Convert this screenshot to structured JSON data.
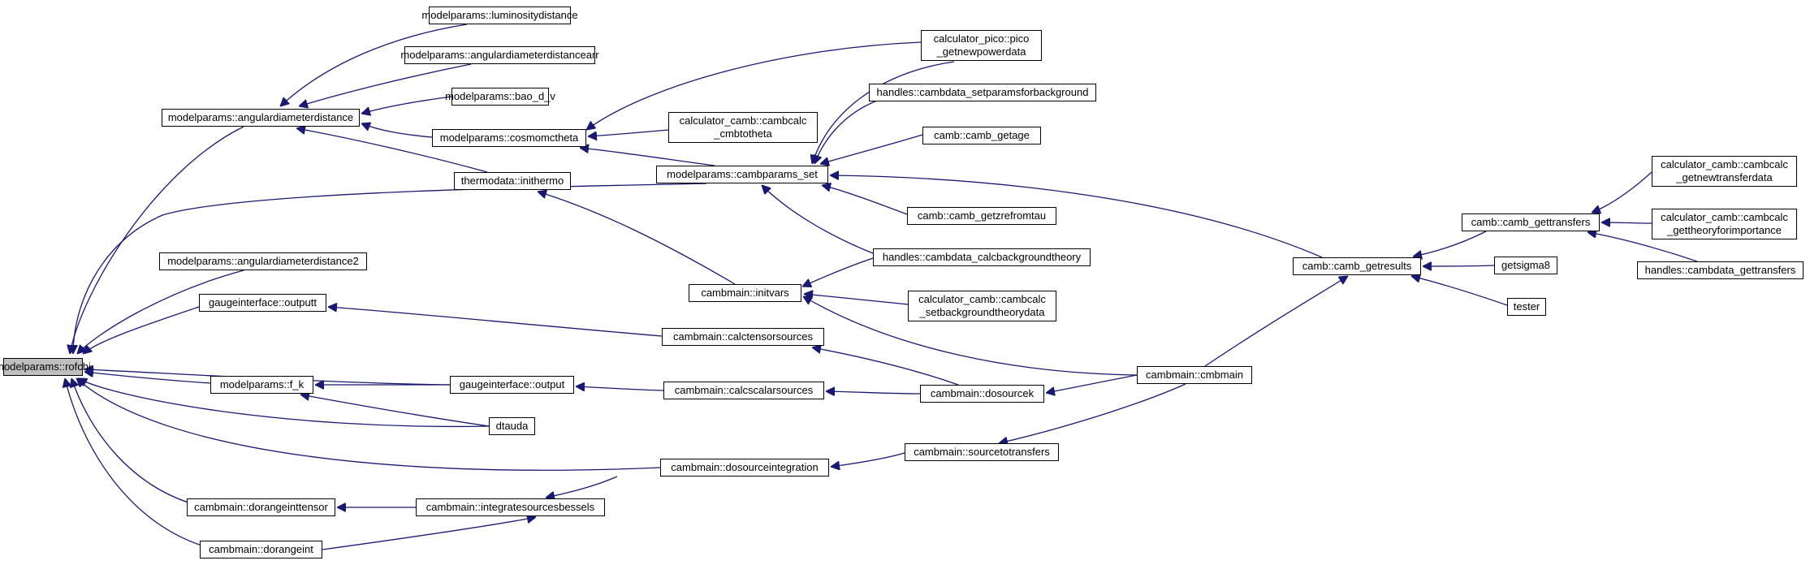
{
  "diagram": {
    "colors": {
      "edge": "#191970",
      "root_fill": "#bfbfbf",
      "node_fill": "#ffffff",
      "border": "#000000"
    },
    "nodes": {
      "rofchi": {
        "lines": [
          "modelparams::rofchi"
        ]
      },
      "luminositydistance": {
        "lines": [
          "modelparams::luminositydistance"
        ]
      },
      "angdiamdistarr": {
        "lines": [
          "modelparams::angulardiameterdistancearr"
        ]
      },
      "bao_d_v": {
        "lines": [
          "modelparams::bao_d_v"
        ]
      },
      "angdiamdist": {
        "lines": [
          "modelparams::angulardiameterdistance"
        ]
      },
      "cosmomctheta": {
        "lines": [
          "modelparams::cosmomctheta"
        ]
      },
      "inithermo": {
        "lines": [
          "thermodata::inithermo"
        ]
      },
      "angdiamdist2": {
        "lines": [
          "modelparams::angulardiameterdistance2"
        ]
      },
      "outputt": {
        "lines": [
          "gaugeinterface::outputt"
        ]
      },
      "f_k": {
        "lines": [
          "modelparams::f_k"
        ]
      },
      "output": {
        "lines": [
          "gaugeinterface::output"
        ]
      },
      "dtauda": {
        "lines": [
          "dtauda"
        ]
      },
      "dorangeinttensor": {
        "lines": [
          "cambmain::dorangeinttensor"
        ]
      },
      "dorangeint": {
        "lines": [
          "cambmain::dorangeint"
        ]
      },
      "integratesources": {
        "lines": [
          "cambmain::integratesourcesbessels"
        ]
      },
      "pico": {
        "lines": [
          "calculator_pico::pico",
          "_getnewpowerdata"
        ]
      },
      "cmbtotheta": {
        "lines": [
          "calculator_camb::cambcalc",
          "_cmbtotheta"
        ]
      },
      "cambparams_set": {
        "lines": [
          "modelparams::cambparams_set"
        ]
      },
      "setparamsbg": {
        "lines": [
          "handles::cambdata_setparamsforbackground"
        ]
      },
      "getage": {
        "lines": [
          "camb::camb_getage"
        ]
      },
      "getzrefromtau": {
        "lines": [
          "camb::camb_getzrefromtau"
        ]
      },
      "calcbgtheory": {
        "lines": [
          "handles::cambdata_calcbackgroundtheory"
        ]
      },
      "setbgtheory": {
        "lines": [
          "calculator_camb::cambcalc",
          "_setbackgroundtheorydata"
        ]
      },
      "initvars": {
        "lines": [
          "cambmain::initvars"
        ]
      },
      "calctensor": {
        "lines": [
          "cambmain::calctensorsources"
        ]
      },
      "calcscalar": {
        "lines": [
          "cambmain::calcscalarsources"
        ]
      },
      "dosourcek": {
        "lines": [
          "cambmain::dosourcek"
        ]
      },
      "dosourceint": {
        "lines": [
          "cambmain::dosourceintegration"
        ]
      },
      "sourcetotransfers": {
        "lines": [
          "cambmain::sourcetotransfers"
        ]
      },
      "cmbmain": {
        "lines": [
          "cambmain::cmbmain"
        ]
      },
      "getresults": {
        "lines": [
          "camb::camb_getresults"
        ]
      },
      "gettransfers": {
        "lines": [
          "camb::camb_gettransfers"
        ]
      },
      "getsigma8": {
        "lines": [
          "getsigma8"
        ]
      },
      "tester": {
        "lines": [
          "tester"
        ]
      },
      "newtransfer": {
        "lines": [
          "calculator_camb::cambcalc",
          "_getnewtransferdata"
        ]
      },
      "theoryimportance": {
        "lines": [
          "calculator_camb::cambcalc",
          "_gettheoryforimportance"
        ]
      },
      "cambdata_gettransfers": {
        "lines": [
          "handles::cambdata_gettransfers"
        ]
      }
    }
  }
}
